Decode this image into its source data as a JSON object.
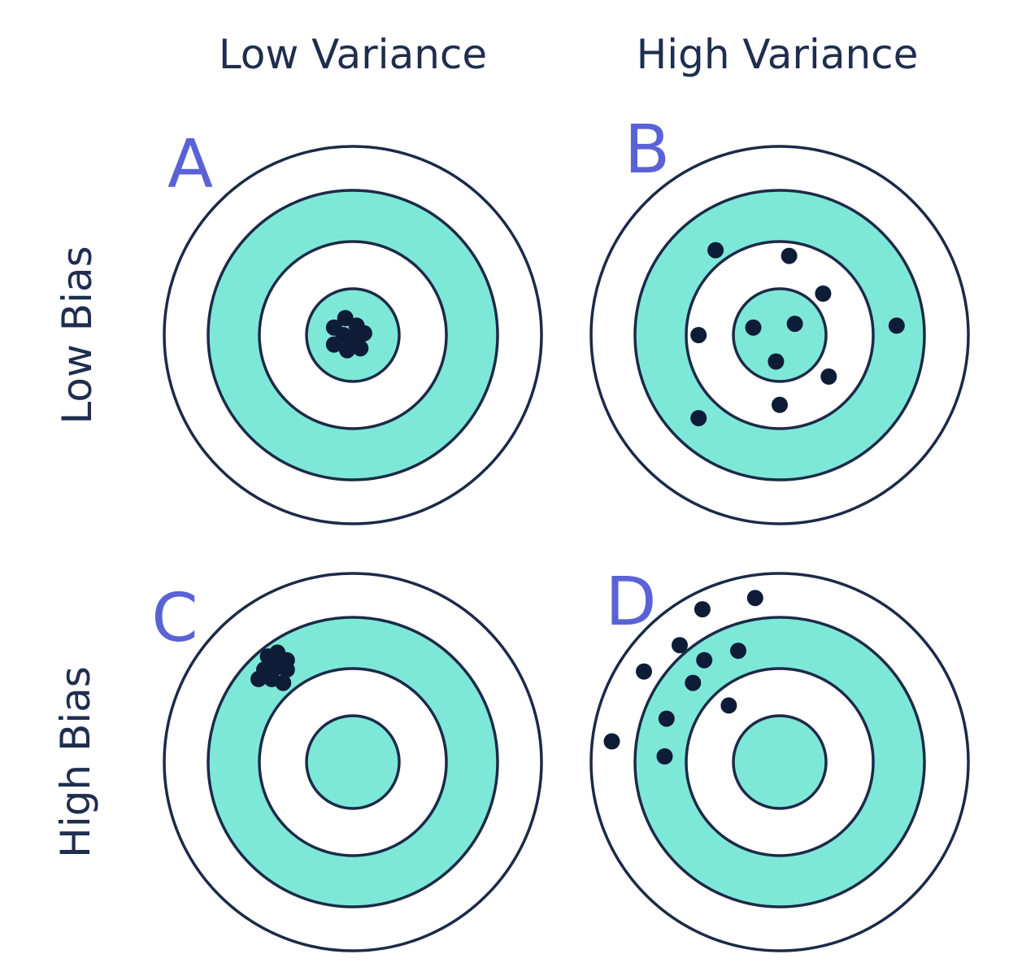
{
  "headers": {
    "col_low": "Low Variance",
    "col_high": "High Variance",
    "row_low": "Low Bias",
    "row_high": "High Bias"
  },
  "colors": {
    "target_fill": "#7ee8d8",
    "ring_stroke": "#1c2a48",
    "shot": "#0e1c38",
    "letter": "#5a62d6",
    "header_text": "#1f2d4e"
  },
  "panels": [
    {
      "letter": "A",
      "bias": "low",
      "variance": "low",
      "shots": [
        [
          -0.1,
          -0.04
        ],
        [
          -0.04,
          -0.09
        ],
        [
          0.02,
          -0.05
        ],
        [
          0.06,
          -0.01
        ],
        [
          0.02,
          0.03
        ],
        [
          -0.05,
          0.0
        ],
        [
          -0.1,
          0.05
        ],
        [
          -0.03,
          0.08
        ],
        [
          0.04,
          0.07
        ],
        [
          -0.02,
          0.02
        ]
      ]
    },
    {
      "letter": "B",
      "bias": "low",
      "variance": "high",
      "shots": [
        [
          -0.34,
          -0.45
        ],
        [
          0.05,
          -0.42
        ],
        [
          0.23,
          -0.22
        ],
        [
          -0.43,
          0.0
        ],
        [
          -0.14,
          -0.04
        ],
        [
          0.08,
          -0.06
        ],
        [
          0.62,
          -0.05
        ],
        [
          -0.02,
          0.14
        ],
        [
          0.26,
          0.22
        ],
        [
          0.0,
          0.37
        ],
        [
          -0.43,
          0.44
        ]
      ]
    },
    {
      "letter": "C",
      "bias": "high",
      "variance": "low",
      "shots": [
        [
          -0.45,
          -0.56
        ],
        [
          -0.4,
          -0.58
        ],
        [
          -0.35,
          -0.54
        ],
        [
          -0.47,
          -0.49
        ],
        [
          -0.41,
          -0.5
        ],
        [
          -0.35,
          -0.49
        ],
        [
          -0.43,
          -0.44
        ],
        [
          -0.37,
          -0.42
        ],
        [
          -0.5,
          -0.44
        ]
      ]
    },
    {
      "letter": "D",
      "bias": "high",
      "variance": "high",
      "shots": [
        [
          -0.41,
          -0.81
        ],
        [
          -0.13,
          -0.87
        ],
        [
          -0.53,
          -0.62
        ],
        [
          -0.4,
          -0.54
        ],
        [
          -0.22,
          -0.59
        ],
        [
          -0.72,
          -0.48
        ],
        [
          -0.46,
          -0.42
        ],
        [
          -0.27,
          -0.3
        ],
        [
          -0.6,
          -0.23
        ],
        [
          -0.89,
          -0.11
        ],
        [
          -0.61,
          -0.03
        ]
      ]
    }
  ]
}
